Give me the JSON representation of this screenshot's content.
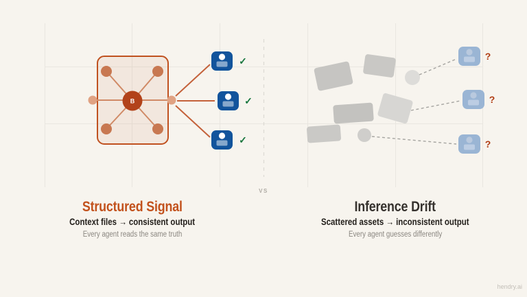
{
  "divider": {
    "vs_label": "VS"
  },
  "left": {
    "title": "Structured Signal",
    "subtitle": "Context files → consistent output",
    "caption": "Every agent reads the same truth",
    "hub_label": "B",
    "check_symbol": "✓",
    "colors": {
      "accent": "#c2511c",
      "box_border": "#c0511f",
      "box_fill": "#f6e9e0",
      "corner_node": "#c87851",
      "side_node": "#e0a283",
      "hub_node": "#b2421a",
      "spoke_line": "#d08a66",
      "connector_line": "#c4613a",
      "card_blue": "#12549c",
      "card_body": "#86a8cc",
      "check_green": "#15753d"
    }
  },
  "right": {
    "title": "Inference Drift",
    "subtitle": "Scattered assets → inconsistent output",
    "caption": "Every agent guesses differently",
    "question_symbol": "?",
    "colors": {
      "title": "#36322e",
      "card_blue": "#9ab5d4",
      "card_inner": "#b9c9de",
      "question_orange": "#b03c12",
      "asset_gray": "#c6c5c2",
      "dashed_connector": "#a5a4a0"
    }
  },
  "watermark": {
    "label": "hendry.ai"
  },
  "background": {
    "canvas": "#f7f4ee",
    "grid_line": "#e9e6e0",
    "divider_dash": "#dcd9d3"
  }
}
